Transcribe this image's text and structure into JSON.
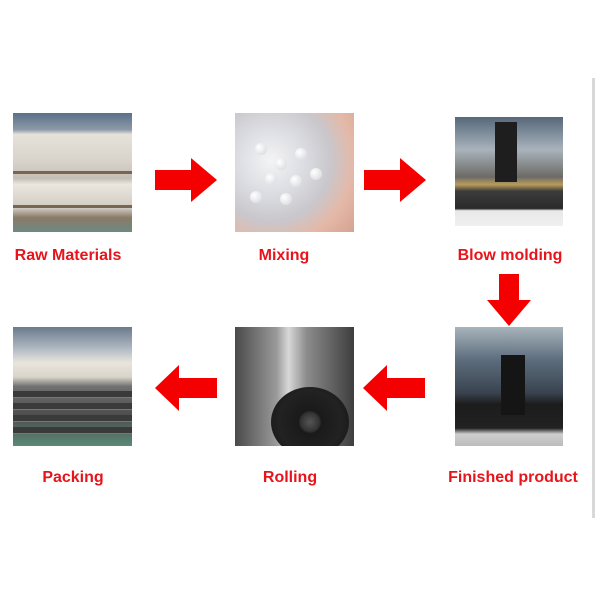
{
  "steps": [
    {
      "label": "Raw Materials"
    },
    {
      "label": "Mixing"
    },
    {
      "label": "Blow molding"
    },
    {
      "label": "Finished product"
    },
    {
      "label": "Rolling"
    },
    {
      "label": "Packing"
    }
  ],
  "colors": {
    "accent": "#e8141c",
    "arrow": "#f40000"
  }
}
